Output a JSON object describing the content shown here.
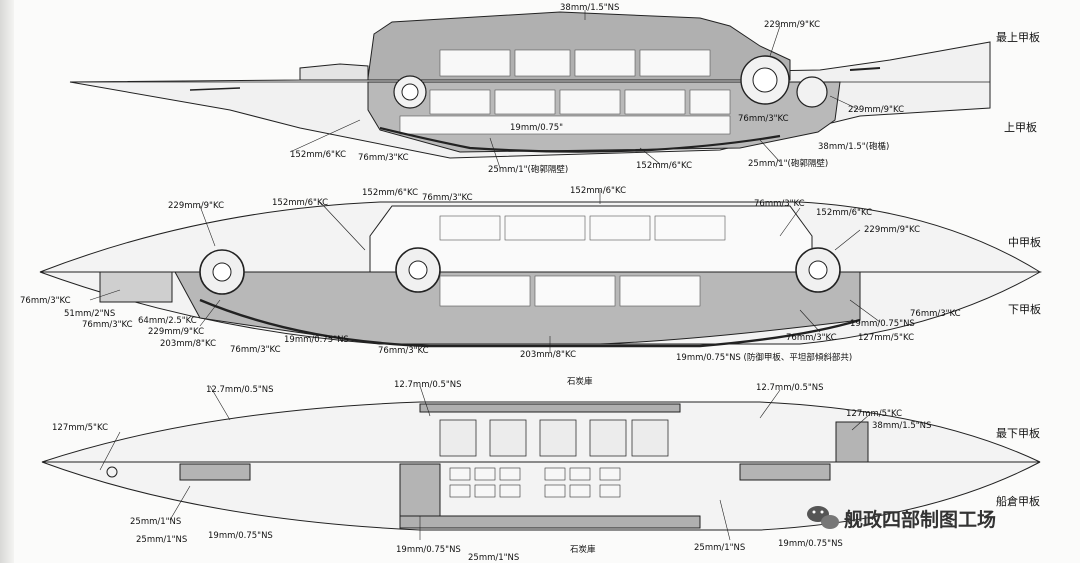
{
  "colors": {
    "armor_fill": "#b0b0b0",
    "hull_fill": "#eeeeee",
    "line": "#222222",
    "watermark": "#333333"
  },
  "deck_labels": [
    "最上甲板",
    "上甲板",
    "中甲板",
    "下甲板",
    "最下甲板",
    "船倉甲板"
  ],
  "annotations": {
    "top": [
      "38mm/1.5\"NS",
      "229mm/9\"KC",
      "229mm/9\"KC",
      "76mm/3\"KC",
      "19mm/0.75\"",
      "38mm/1.5\"(砲楯)",
      "152mm/6\"KC",
      "76mm/3\"KC",
      "25mm/1\"(砲郭隔壁)",
      "152mm/6\"KC",
      "25mm/1\"(砲郭隔壁)"
    ],
    "middle": [
      "152mm/6\"KC",
      "152mm/6\"KC",
      "76mm/3\"KC",
      "152mm/6\"KC",
      "229mm/9\"KC",
      "76mm/3\"KC",
      "152mm/6\"KC",
      "229mm/9\"KC",
      "76mm/3\"KC",
      "51mm/2\"NS",
      "76mm/3\"KC",
      "64mm/2.5\"KC",
      "229mm/9\"KC",
      "203mm/8\"KC",
      "76mm/3\"KC",
      "19mm/0.75\"NS",
      "76mm/3\"KC",
      "203mm/8\"KC",
      "19mm/0.75\"NS (防御甲板、平坦部傾斜部共)",
      "76mm/3\"KC",
      "19mm/0.75\"NS",
      "127mm/5\"KC",
      "76mm/3\"KC"
    ],
    "bottom": [
      "12.7mm/0.5\"NS",
      "12.7mm/0.5\"NS",
      "石炭庫",
      "12.7mm/0.5\"NS",
      "127mm/5\"KC",
      "127mm/5\"KC",
      "38mm/1.5\"NS",
      "25mm/1\"NS",
      "25mm/1\"NS",
      "19mm/0.75\"NS",
      "19mm/0.75\"NS",
      "25mm/1\"NS",
      "石炭庫",
      "25mm/1\"NS",
      "19mm/0.75\"NS"
    ]
  },
  "watermark": "舰政四部制图工场",
  "watermark_icon": "wechat-icon"
}
